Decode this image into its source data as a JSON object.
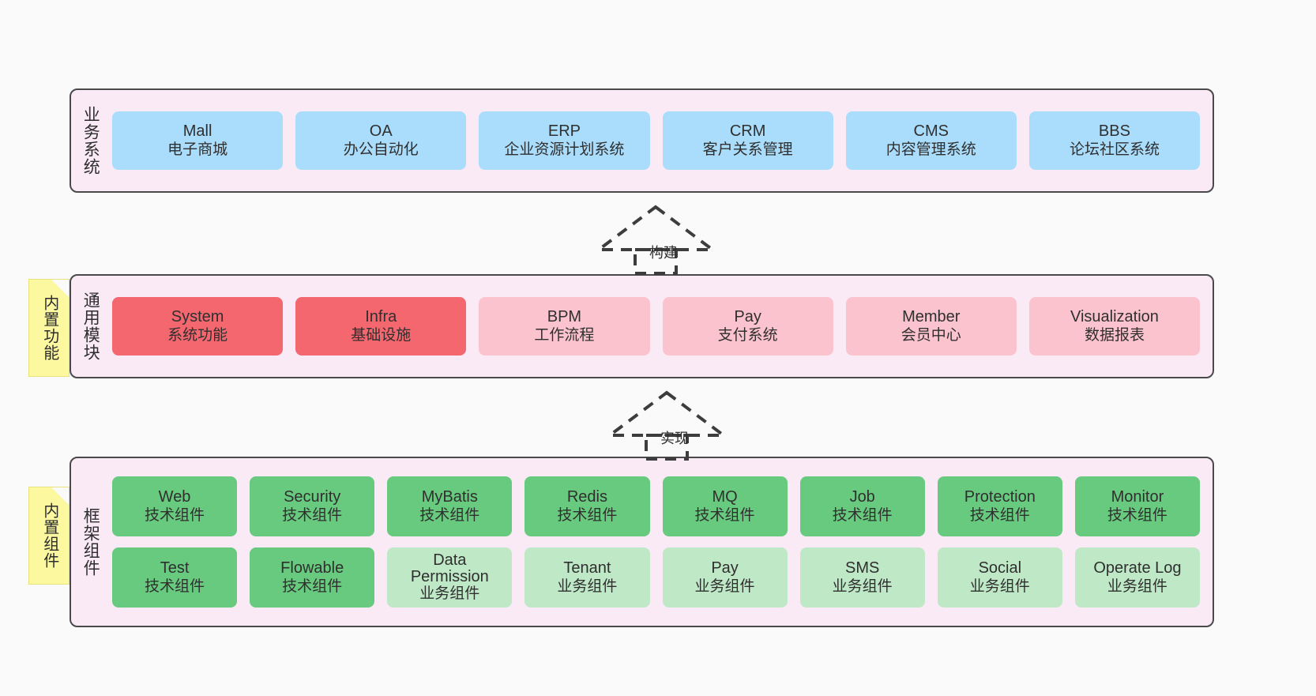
{
  "diagram": {
    "title_note_1": "内置功能",
    "title_note_2": "内置组件"
  },
  "layers": [
    {
      "id": "business-system",
      "title": "业务系统",
      "rows": [
        {
          "items": [
            {
              "name": "Mall",
              "sub": "电子商城",
              "color": "#aadcfb",
              "style": "c-blue"
            },
            {
              "name": "OA",
              "sub": "办公自动化",
              "color": "#aadcfb",
              "style": "c-blue"
            },
            {
              "name": "ERP",
              "sub": "企业资源计划系统",
              "color": "#aadcfb",
              "style": "c-blue"
            },
            {
              "name": "CRM",
              "sub": "客户关系管理",
              "color": "#aadcfb",
              "style": "c-blue"
            },
            {
              "name": "CMS",
              "sub": "内容管理系统",
              "color": "#aadcfb",
              "style": "c-blue"
            },
            {
              "name": "BBS",
              "sub": "论坛社区系统",
              "color": "#aadcfb",
              "style": "c-blue"
            }
          ]
        }
      ]
    },
    {
      "id": "common-module",
      "title": "通用模块",
      "note": "内置功能",
      "rows": [
        {
          "items": [
            {
              "name": "System",
              "sub": "系统功能",
              "color": "#f4676f",
              "style": "c-red"
            },
            {
              "name": "Infra",
              "sub": "基础设施",
              "color": "#f4676f",
              "style": "c-red"
            },
            {
              "name": "BPM",
              "sub": "工作流程",
              "color": "#fbc3cd",
              "style": "c-pink"
            },
            {
              "name": "Pay",
              "sub": "支付系统",
              "color": "#fbc3cd",
              "style": "c-pink"
            },
            {
              "name": "Member",
              "sub": "会员中心",
              "color": "#fbc3cd",
              "style": "c-pink"
            },
            {
              "name": "Visualization",
              "sub": "数据报表",
              "color": "#fbc3cd",
              "style": "c-pink"
            }
          ]
        }
      ]
    },
    {
      "id": "framework-component",
      "title": "框架组件",
      "note": "内置组件",
      "rows": [
        {
          "items": [
            {
              "name": "Web",
              "sub": "技术组件",
              "color": "#68ca7e",
              "style": "c-green"
            },
            {
              "name": "Security",
              "sub": "技术组件",
              "color": "#68ca7e",
              "style": "c-green"
            },
            {
              "name": "MyBatis",
              "sub": "技术组件",
              "color": "#68ca7e",
              "style": "c-green"
            },
            {
              "name": "Redis",
              "sub": "技术组件",
              "color": "#68ca7e",
              "style": "c-green"
            },
            {
              "name": "MQ",
              "sub": "技术组件",
              "color": "#68ca7e",
              "style": "c-green"
            },
            {
              "name": "Job",
              "sub": "技术组件",
              "color": "#68ca7e",
              "style": "c-green"
            },
            {
              "name": "Protection",
              "sub": "技术组件",
              "color": "#68ca7e",
              "style": "c-green"
            },
            {
              "name": "Monitor",
              "sub": "技术组件",
              "color": "#68ca7e",
              "style": "c-green"
            }
          ]
        },
        {
          "items": [
            {
              "name": "Test",
              "sub": "技术组件",
              "color": "#68ca7e",
              "style": "c-green"
            },
            {
              "name": "Flowable",
              "sub": "技术组件",
              "color": "#68ca7e",
              "style": "c-green"
            },
            {
              "name": "Data Permission",
              "sub": "业务组件",
              "color": "#bfe8c7",
              "style": "c-lightgreen"
            },
            {
              "name": "Tenant",
              "sub": "业务组件",
              "color": "#bfe8c7",
              "style": "c-lightgreen"
            },
            {
              "name": "Pay",
              "sub": "业务组件",
              "color": "#bfe8c7",
              "style": "c-lightgreen"
            },
            {
              "name": "SMS",
              "sub": "业务组件",
              "color": "#bfe8c7",
              "style": "c-lightgreen"
            },
            {
              "name": "Social",
              "sub": "业务组件",
              "color": "#bfe8c7",
              "style": "c-lightgreen"
            },
            {
              "name": "Operate Log",
              "sub": "业务组件",
              "color": "#bfe8c7",
              "style": "c-lightgreen"
            }
          ]
        }
      ]
    }
  ],
  "arrows": [
    {
      "id": "build",
      "label": "构建"
    },
    {
      "id": "implement",
      "label": "实现"
    }
  ]
}
